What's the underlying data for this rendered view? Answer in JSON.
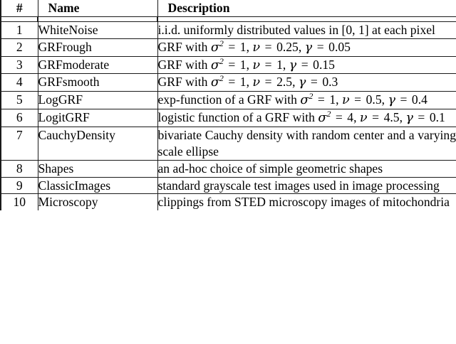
{
  "table": {
    "caption_present": false,
    "columns": [
      {
        "key": "num",
        "header": "#"
      },
      {
        "key": "name",
        "header": "Name"
      },
      {
        "key": "desc",
        "header": "Description"
      }
    ],
    "rows": [
      {
        "num": "1",
        "name": "WhiteNoise",
        "desc": "i.i.d. uniformly distributed values in [0, 1] at each pixel",
        "desc_plain": "i.i.d. uniformly distributed values in [0, 1] at each pixel"
      },
      {
        "num": "2",
        "name": "GRFrough",
        "desc": "GRF with σ² = 1, ν = 0.25, γ = 0.05",
        "desc_plain": "GRF with sigma^2 = 1, nu = 0.25, gamma = 0.05"
      },
      {
        "num": "3",
        "name": "GRFmoderate",
        "desc": "GRF with σ² = 1, ν = 1, γ = 0.15",
        "desc_plain": "GRF with sigma^2 = 1, nu = 1, gamma = 0.15"
      },
      {
        "num": "4",
        "name": "GRFsmooth",
        "desc": "GRF with σ² = 1, ν = 2.5, γ = 0.3",
        "desc_plain": "GRF with sigma^2 = 1, nu = 2.5, gamma = 0.3"
      },
      {
        "num": "5",
        "name": "LogGRF",
        "desc": "exp-function of a GRF with σ² = 1, ν = 0.5, γ = 0.4",
        "desc_plain": "exp-function of a GRF with sigma^2 = 1, nu = 0.5, gamma = 0.4"
      },
      {
        "num": "6",
        "name": "LogitGRF",
        "desc": "logistic function of a GRF with σ² = 4, ν = 4.5, γ = 0.1",
        "desc_plain": "logistic function of a GRF with sigma^2 = 4, nu = 4.5, gamma = 0.1"
      },
      {
        "num": "7",
        "name": "CauchyDensity",
        "desc": "bivariate Cauchy density with random center and a varying scale ellipse",
        "desc_plain": "bivariate Cauchy density with random center and a varying scale ellipse"
      },
      {
        "num": "8",
        "name": "Shapes",
        "desc": "an ad-hoc choice of simple geometric shapes",
        "desc_plain": "an ad-hoc choice of simple geometric shapes"
      },
      {
        "num": "9",
        "name": "ClassicImages",
        "desc": "standard grayscale test images used in image processing",
        "desc_plain": "standard grayscale test images used in image processing"
      },
      {
        "num": "10",
        "name": "Microscopy",
        "desc": "clippings from STED microscopy images of mitochondria",
        "desc_plain": "clippings from STED microscopy images of mitochondria"
      }
    ],
    "math_fragments": {
      "sigma_sq": "σ²",
      "nu": "ν",
      "gamma": "γ",
      "interval_unit": "[0, 1]",
      "row2_sigma_val": "1",
      "row2_nu_val": "0.25",
      "row2_gamma_val": "0.05",
      "row3_sigma_val": "1",
      "row3_nu_val": "1",
      "row3_gamma_val": "0.15",
      "row4_sigma_val": "1",
      "row4_nu_val": "2.5",
      "row4_gamma_val": "0.3",
      "row5_sigma_val": "1",
      "row5_nu_val": "0.5",
      "row5_gamma_val": "0.4",
      "row6_sigma_val": "4",
      "row6_nu_val": "4.5",
      "row6_gamma_val": "0.1"
    },
    "text_fragments": {
      "grf_with": "GRF with",
      "exp_function_of_a_grf_with": "exp-function of a GRF with",
      "logistic_function_of_a_grf_with": "logistic function of a GRF with",
      "row1_part1": "i.i.d. uniformly distributed values in",
      "row1_part2": "at each pixel",
      "row7_text": "bivariate Cauchy density with random center and a varying scale ellipse",
      "row8_text": "an ad-hoc choice of simple geometric shapes",
      "row9_text": "standard grayscale test images used in image processing",
      "row10_text": "clippings from STED microscopy images of mitochondria",
      "comma": ",",
      "equals": "="
    },
    "colors": {
      "rule": "#1a1a1a",
      "text": "#000000",
      "background": "#ffffff"
    }
  }
}
